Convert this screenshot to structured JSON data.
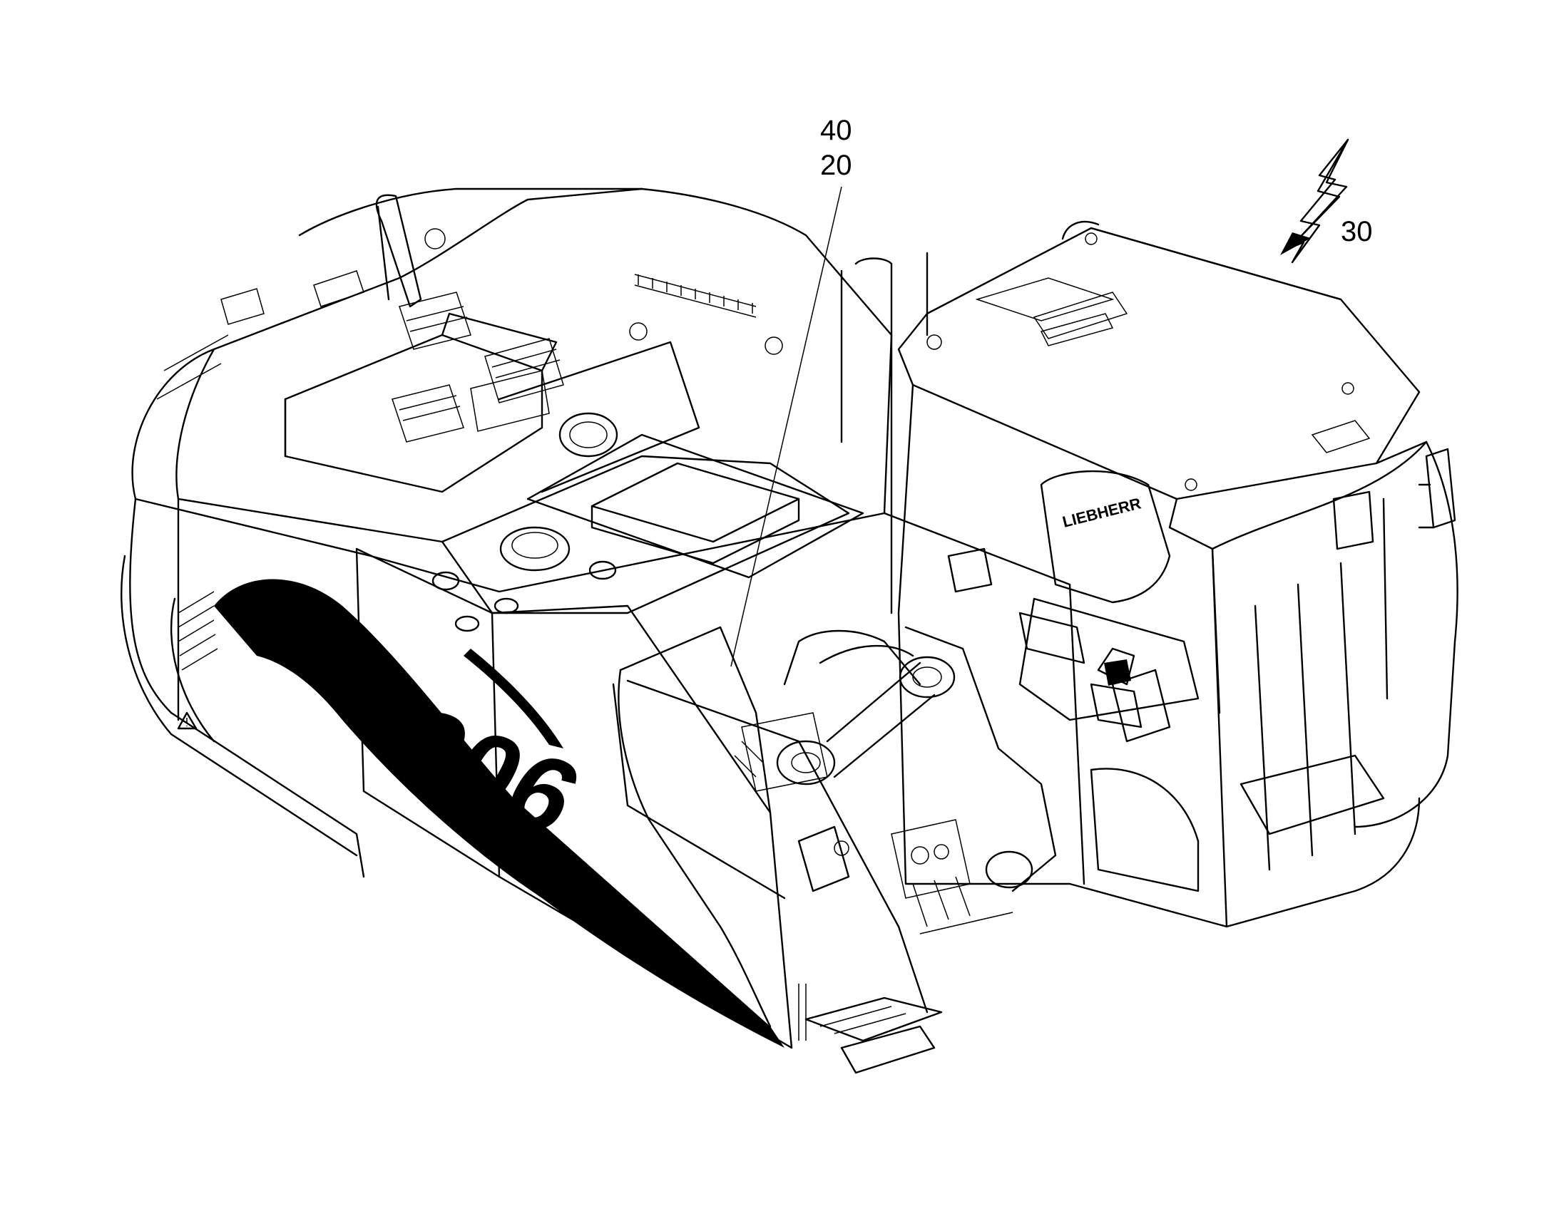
{
  "labels": {
    "callout_top": "40",
    "callout_bottom": "20",
    "arrow_label": "30"
  },
  "decals": {
    "model_number": "906",
    "seat_brand": "LIEBHERR"
  },
  "colors": {
    "ink": "#000000",
    "paper": "#ffffff"
  },
  "icons": [
    "warning-triangle-icon",
    "lightning-arrow-icon"
  ]
}
